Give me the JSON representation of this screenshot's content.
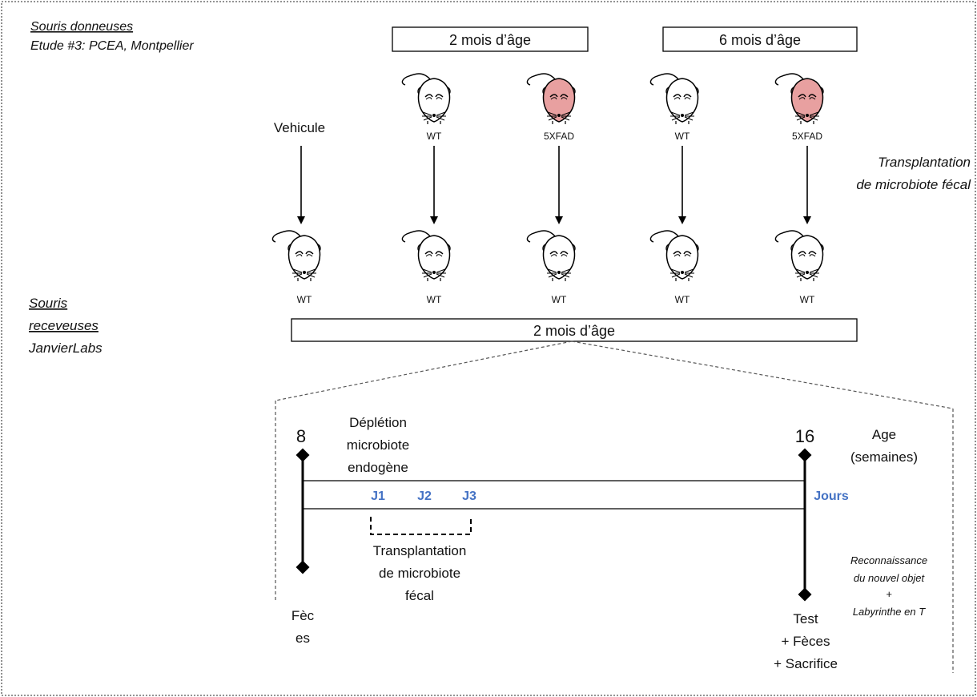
{
  "donors": {
    "title": "Souris donneuses",
    "study": "Etude #3: PCEA, Montpellier",
    "age_2": "2 mois d’âge",
    "age_6": "6 mois d’âge",
    "vehicle": "Vehicule",
    "labels": [
      "WT",
      "5XFAD",
      "WT",
      "5XFAD"
    ],
    "transplant_line1": "Transplantation",
    "transplant_line2": "de microbiote fécal"
  },
  "recipients": {
    "title_line1": "Souris",
    "title_line2": "receveuses",
    "lab": "JanvierLabs",
    "labels": [
      "WT",
      "WT",
      "WT",
      "WT",
      "WT"
    ],
    "age": "2 mois d’âge"
  },
  "timeline": {
    "start_week": "8",
    "end_week": "16",
    "depletion_line1": "Déplétion",
    "depletion_line2": "microbiote",
    "depletion_line3": "endogène",
    "days": [
      "J1",
      "J2",
      "J3"
    ],
    "days_label": "Jours",
    "age_label_line1": "Age",
    "age_label_line2": "(semaines)",
    "transplant_line1": "Transplantation",
    "transplant_line2": "de microbiote",
    "transplant_line3": "fécal",
    "feces_line1": "Fèc",
    "feces_line2": "es",
    "tests_line1": "Reconnaissance",
    "tests_line2": "du nouvel objet",
    "tests_line3": "+",
    "tests_line4": "Labyrinthe en T",
    "end_line1": "Test",
    "end_line2": "+ Fèces",
    "end_line3": "+ Sacrifice"
  },
  "colors": {
    "mouse_wt": "#ffffff",
    "mouse_5xfad": "#e8a0a0",
    "accent_blue": "#4472c4"
  }
}
